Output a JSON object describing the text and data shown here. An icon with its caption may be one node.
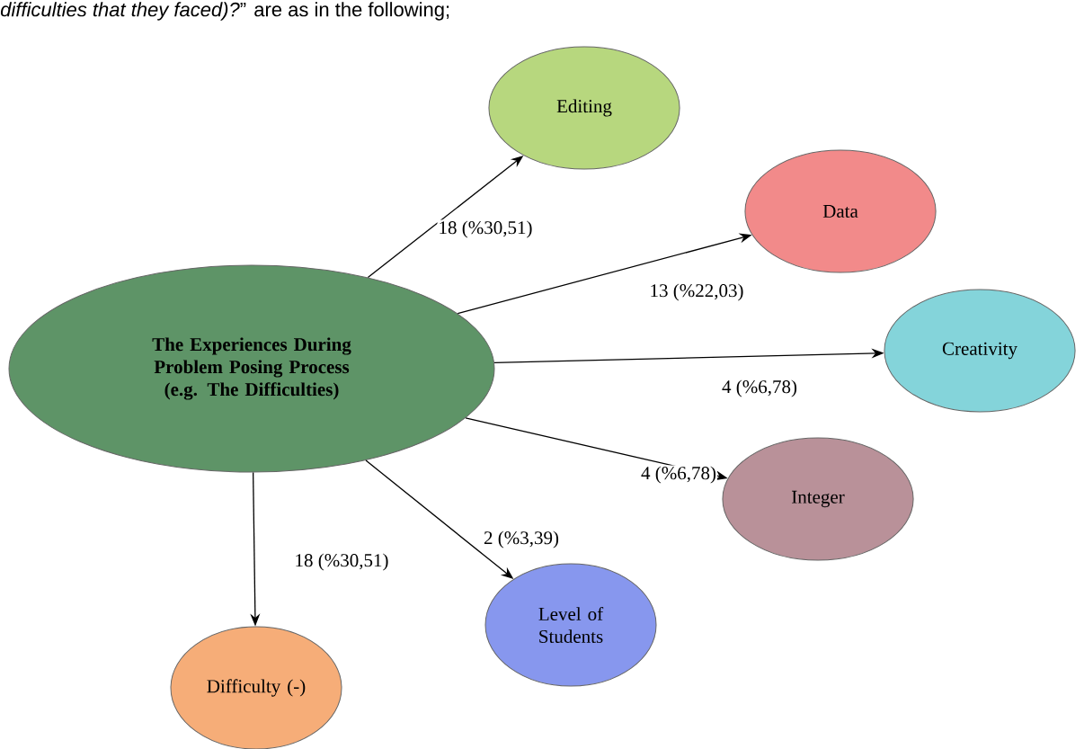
{
  "diagram": {
    "nodes": [
      {
        "text": [
          "The Experiences During Problem Posing Process (e.g. The Difficulties)"
        ]
      },
      {
        "text": [
          "Editing"
        ]
      },
      {
        "text": [
          "Data"
        ]
      },
      {
        "text": [
          "Creativity"
        ]
      },
      {
        "text": [
          "Integer"
        ]
      },
      {
        "text": [
          "Level of Students"
        ]
      },
      {
        "text": [
          "Difficulty (-)"
        ]
      }
    ],
    "edges": [
      {
        "from": 0,
        "to": 1,
        "arrow": "to",
        "label": "18 (%30,51)"
      },
      {
        "from": 0,
        "to": 2,
        "arrow": "to",
        "label": "13 (%22,03)"
      },
      {
        "from": 0,
        "to": 3,
        "arrow": "to",
        "label": "4 (%6,78)"
      },
      {
        "from": 0,
        "to": 4,
        "arrow": "to",
        "label": "4 (%6,78)"
      },
      {
        "from": 0,
        "to": 5,
        "arrow": "to",
        "label": "2 (%3,39)"
      },
      {
        "from": 0,
        "to": 6,
        "arrow": "to",
        "label": "18 (%30,51)"
      }
    ],
    "labels": [
      "*difficulties that they faced)?*” are as in the following;"
    ]
  }
}
